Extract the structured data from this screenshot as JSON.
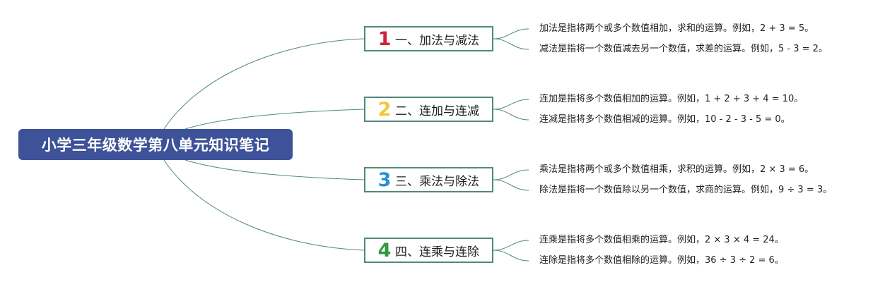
{
  "root": {
    "title": "小学三年级数学第八单元知识笔记"
  },
  "branches": [
    {
      "number": "1",
      "number_color": "#d0223a",
      "label": "一、加法与减法",
      "notes": [
        "加法是指将两个或多个数值相加，求和的运算。例如，2 + 3 = 5。",
        "减法是指将一个数值减去另一个数值，求差的运算。例如，5 - 3 = 2。"
      ]
    },
    {
      "number": "2",
      "number_color": "#f2c83a",
      "label": "二、连加与连减",
      "notes": [
        "连加是指将多个数值相加的运算。例如，1 + 2 + 3 + 4 = 10。",
        "连减是指将多个数值相减的运算。例如，10 - 2 - 3 - 5 = 0。"
      ]
    },
    {
      "number": "3",
      "number_color": "#2a8fd6",
      "label": "三、乘法与除法",
      "notes": [
        "乘法是指将两个或多个数值相乘，求积的运算。例如，2 × 3 = 6。",
        "除法是指将一个数值除以另一个数值，求商的运算。例如，9 ÷ 3 = 3。"
      ]
    },
    {
      "number": "4",
      "number_color": "#2f9a3a",
      "label": "四、连乘与连除",
      "notes": [
        "连乘是指将多个数值相乘的运算。例如，2 × 3 × 4 = 24。",
        "连除是指将多个数值相除的运算。例如，36 ÷ 3 ÷ 2 = 6。"
      ]
    }
  ],
  "colors": {
    "root_bg": "#3d5298",
    "connector": "#4f8a7a"
  }
}
